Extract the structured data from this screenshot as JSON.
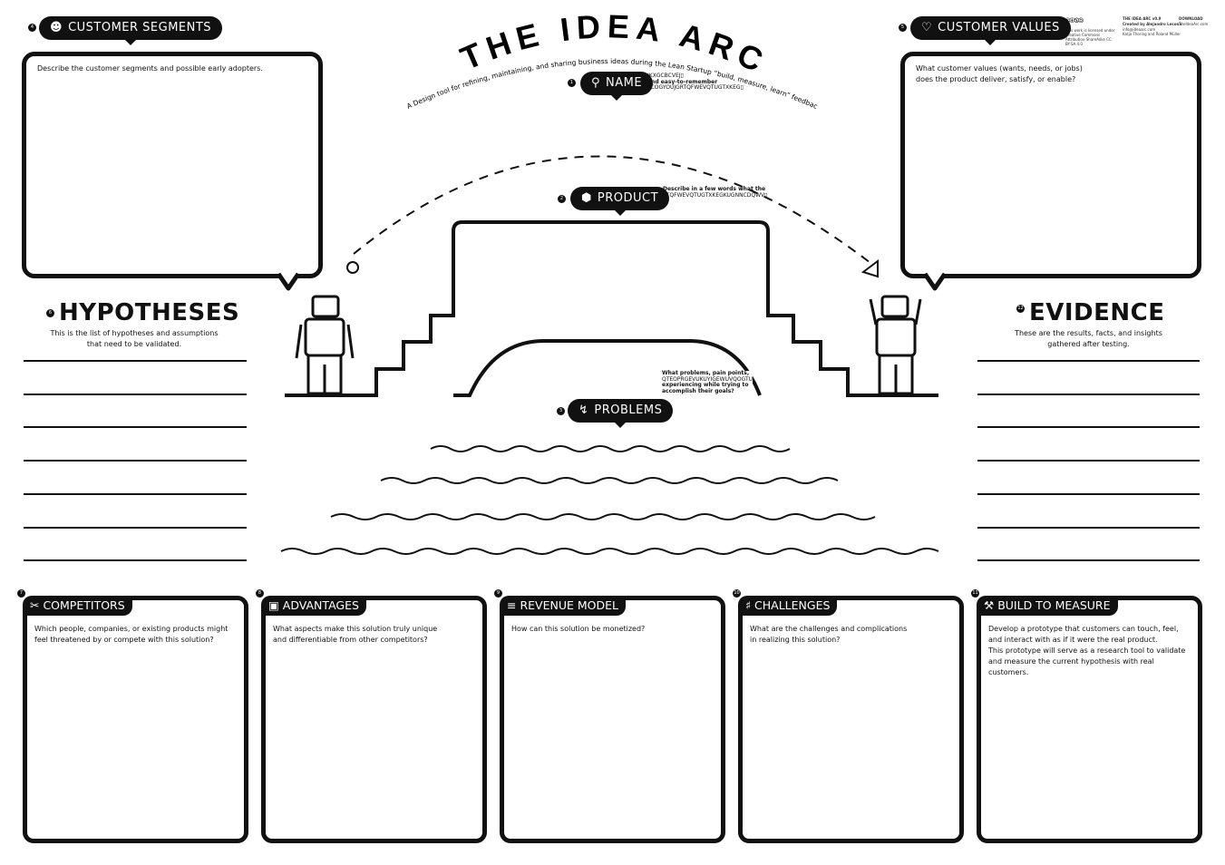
{
  "title": "THE IDEA ARC",
  "subtitle": "A Design tool for refining, maintaining, and sharing business ideas during the Lean Startup “build, measure, learn” feedback loop.",
  "license": {
    "text": "This work is licensed under Creative Commons Attribution-ShareAlike CC BY-SA 4.0",
    "version": "THE IDEA ARC v0.9",
    "credit": "Created by Alejandro Lecona",
    "contact": "info@ideaarc.com",
    "authors": "Katja Thoring and Roland Müller",
    "download_label": "DOWNLOAD",
    "download_url": "TheIdeaArc.com"
  },
  "name": {
    "num": "1",
    "label": "NAME",
    "hint1": "IKXGCBCVEJ▯",
    "hint2": "and easy-to-remember",
    "hint3": "PCOGYOUJGRTQFWEVQTUGTXKEG▯"
  },
  "product": {
    "num": "2",
    "label": "PRODUCT",
    "hint1": "Describe in a few words what the",
    "hint2": "RTQFWEVQTUGTXKEGKUGNNCDQWV▯"
  },
  "problems": {
    "num": "3",
    "label": "PROBLEMS",
    "hint1": "What problems, pain points,",
    "hint2": "QTEOPRGEVUKUYIGEWUVQOGTU",
    "hint3": "experiencing while trying to",
    "hint4": "accomplish their goals?"
  },
  "segments": {
    "num": "4",
    "label": "CUSTOMER SEGMENTS",
    "hint": "Describe the customer segments and possible early adopters."
  },
  "values": {
    "num": "5",
    "label": "CUSTOMER VALUES",
    "hint1": "What customer values (wants, needs, or jobs)",
    "hint2": "does the product deliver, satisfy, or enable?"
  },
  "hypotheses": {
    "num": "6",
    "label": "HYPOTHESES",
    "hint1": "This is the list of hypotheses and assumptions",
    "hint2": "that need to be validated."
  },
  "evidence": {
    "num": "12",
    "label": "EVIDENCE",
    "hint1": "These are the results, facts, and insights",
    "hint2": "gathered after testing."
  },
  "bottom": [
    {
      "num": "7",
      "label": "COMPETITORS",
      "lines": [
        "Which people, companies, or existing products might",
        "feel threatened by or compete with this solution?"
      ]
    },
    {
      "num": "8",
      "label": "ADVANTAGES",
      "lines": [
        "What aspects make this solution truly unique",
        "and differentiable from other competitors?"
      ]
    },
    {
      "num": "9",
      "label": "REVENUE MODEL",
      "lines": [
        "How can this solution be monetized?"
      ]
    },
    {
      "num": "10",
      "label": "CHALLENGES",
      "lines": [
        "What are the challenges and complications",
        "in realizing this solution?"
      ]
    },
    {
      "num": "11",
      "label": "BUILD TO MEASURE",
      "lines": [
        "Develop a prototype that customers can touch, feel,",
        "and interact with as if it were the real product.",
        "This prototype will serve as a research tool to validate",
        "and measure the current hypothesis with real customers."
      ]
    }
  ]
}
